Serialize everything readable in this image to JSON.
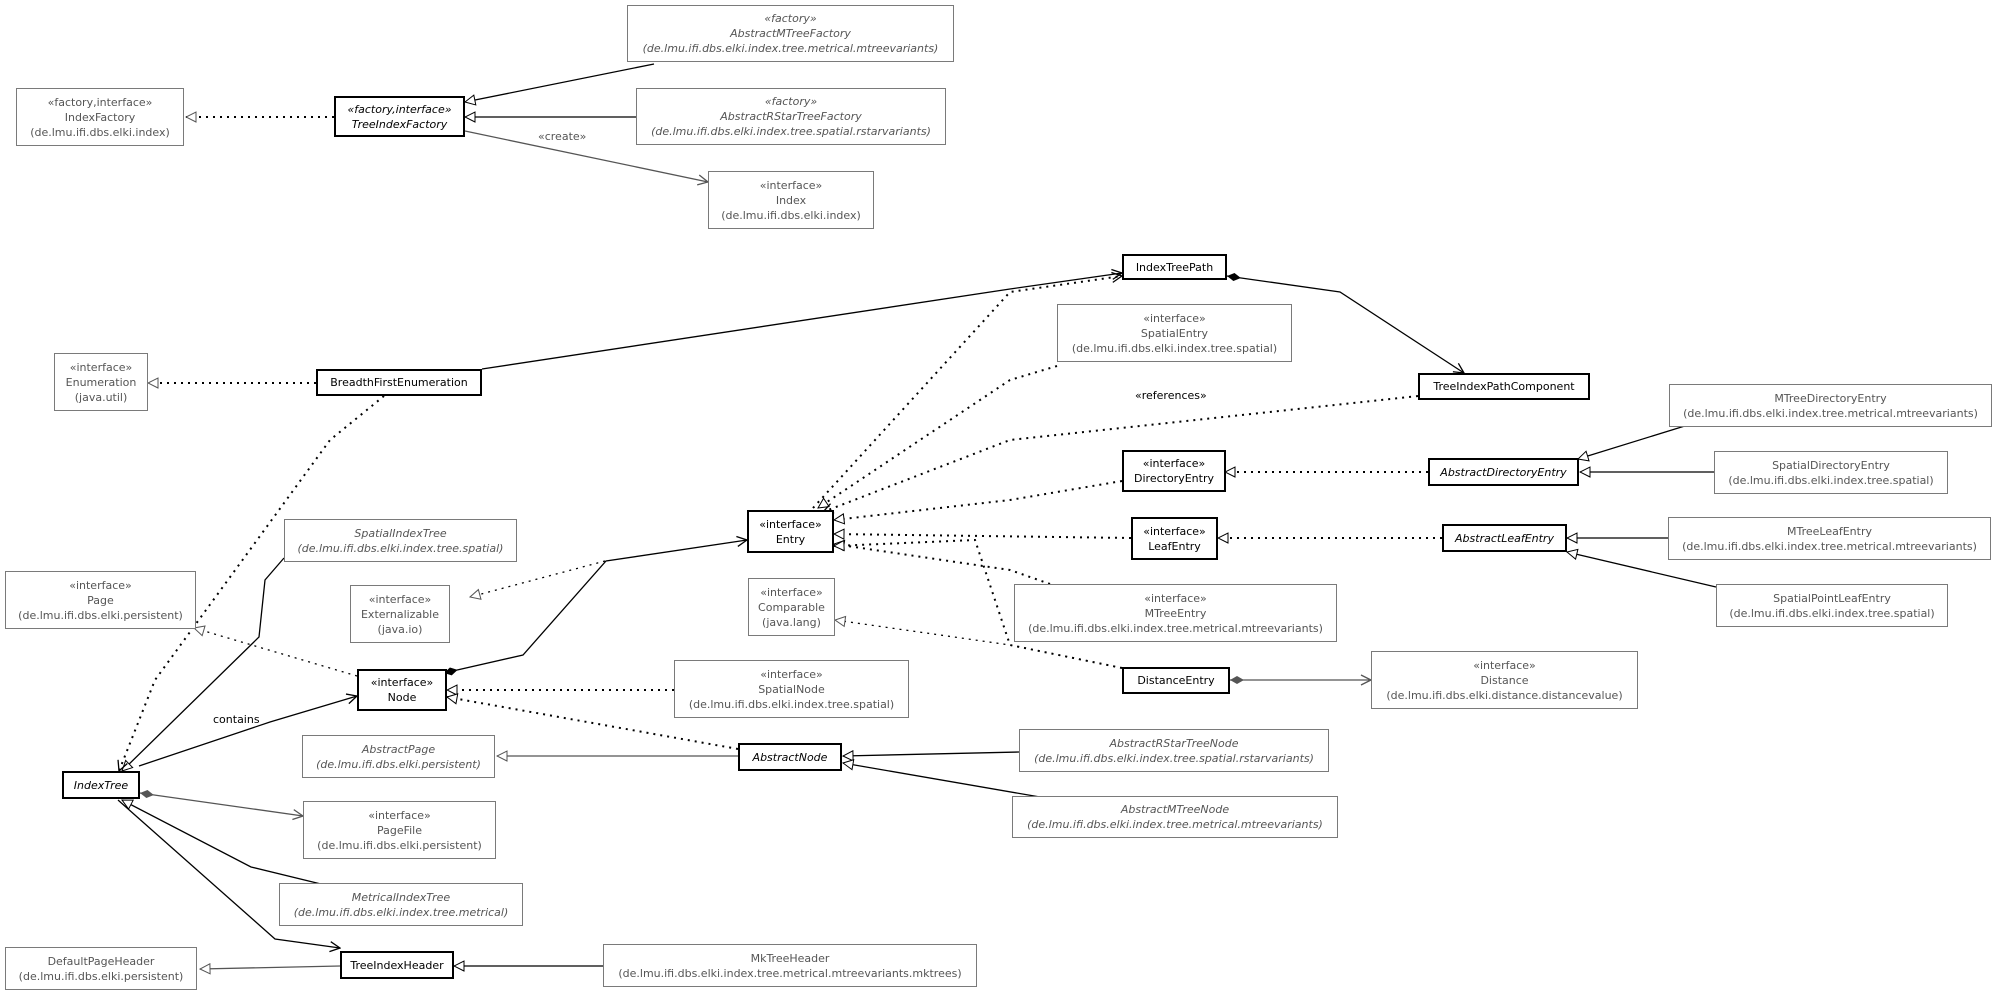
{
  "classes": {
    "abstract_mtree_factory": {
      "stereotype": "«factory»",
      "name": "AbstractMTreeFactory",
      "package": "(de.lmu.ifi.dbs.elki.index.tree.metrical.mtreevariants)"
    },
    "abstract_rstar_tree_factory": {
      "stereotype": "«factory»",
      "name": "AbstractRStarTreeFactory",
      "package": "(de.lmu.ifi.dbs.elki.index.tree.spatial.rstarvariants)"
    },
    "index_factory": {
      "stereotype": "«factory,interface»",
      "name": "IndexFactory",
      "package": "(de.lmu.ifi.dbs.elki.index)"
    },
    "tree_index_factory": {
      "stereotype": "«factory,interface»",
      "name": "TreeIndexFactory"
    },
    "index": {
      "stereotype": "«interface»",
      "name": "Index",
      "package": "(de.lmu.ifi.dbs.elki.index)"
    },
    "index_tree_path": {
      "name": "IndexTreePath"
    },
    "spatial_entry": {
      "stereotype": "«interface»",
      "name": "SpatialEntry",
      "package": "(de.lmu.ifi.dbs.elki.index.tree.spatial)"
    },
    "enumeration": {
      "stereotype": "«interface»",
      "name": "Enumeration",
      "package": "(java.util)"
    },
    "breadth_first_enumeration": {
      "name": "BreadthFirstEnumeration"
    },
    "tree_index_path_component": {
      "name": "TreeIndexPathComponent"
    },
    "mtree_directory_entry": {
      "name": "MTreeDirectoryEntry",
      "package": "(de.lmu.ifi.dbs.elki.index.tree.metrical.mtreevariants)"
    },
    "directory_entry": {
      "stereotype": "«interface»",
      "name": "DirectoryEntry"
    },
    "abstract_directory_entry": {
      "name": "AbstractDirectoryEntry"
    },
    "spatial_directory_entry": {
      "name": "SpatialDirectoryEntry",
      "package": "(de.lmu.ifi.dbs.elki.index.tree.spatial)"
    },
    "spatial_index_tree": {
      "name": "SpatialIndexTree",
      "package": "(de.lmu.ifi.dbs.elki.index.tree.spatial)"
    },
    "entry": {
      "stereotype": "«interface»",
      "name": "Entry"
    },
    "leaf_entry": {
      "stereotype": "«interface»",
      "name": "LeafEntry"
    },
    "abstract_leaf_entry": {
      "name": "AbstractLeafEntry"
    },
    "mtree_leaf_entry": {
      "name": "MTreeLeafEntry",
      "package": "(de.lmu.ifi.dbs.elki.index.tree.metrical.mtreevariants)"
    },
    "page": {
      "stereotype": "«interface»",
      "name": "Page",
      "package": "(de.lmu.ifi.dbs.elki.persistent)"
    },
    "externalizable": {
      "stereotype": "«interface»",
      "name": "Externalizable",
      "package": "(java.io)"
    },
    "comparable": {
      "stereotype": "«interface»",
      "name": "Comparable",
      "package": "(java.lang)"
    },
    "mtree_entry": {
      "stereotype": "«interface»",
      "name": "MTreeEntry",
      "package": "(de.lmu.ifi.dbs.elki.index.tree.metrical.mtreevariants)"
    },
    "spatial_point_leaf_entry": {
      "name": "SpatialPointLeafEntry",
      "package": "(de.lmu.ifi.dbs.elki.index.tree.spatial)"
    },
    "spatial_node": {
      "stereotype": "«interface»",
      "name": "SpatialNode",
      "package": "(de.lmu.ifi.dbs.elki.index.tree.spatial)"
    },
    "node": {
      "stereotype": "«interface»",
      "name": "Node"
    },
    "distance_entry": {
      "name": "DistanceEntry"
    },
    "distance": {
      "stereotype": "«interface»",
      "name": "Distance",
      "package": "(de.lmu.ifi.dbs.elki.distance.distancevalue)"
    },
    "abstract_page": {
      "name": "AbstractPage",
      "package": "(de.lmu.ifi.dbs.elki.persistent)"
    },
    "abstract_node": {
      "name": "AbstractNode"
    },
    "abstract_rstar_tree_node": {
      "name": "AbstractRStarTreeNode",
      "package": "(de.lmu.ifi.dbs.elki.index.tree.spatial.rstarvariants)"
    },
    "index_tree": {
      "name": "IndexTree"
    },
    "abstract_mtree_node": {
      "name": "AbstractMTreeNode",
      "package": "(de.lmu.ifi.dbs.elki.index.tree.metrical.mtreevariants)"
    },
    "page_file": {
      "stereotype": "«interface»",
      "name": "PageFile",
      "package": "(de.lmu.ifi.dbs.elki.persistent)"
    },
    "metrical_index_tree": {
      "name": "MetricalIndexTree",
      "package": "(de.lmu.ifi.dbs.elki.index.tree.metrical)"
    },
    "default_page_header": {
      "name": "DefaultPageHeader",
      "package": "(de.lmu.ifi.dbs.elki.persistent)"
    },
    "tree_index_header": {
      "name": "TreeIndexHeader"
    },
    "mk_tree_header": {
      "name": "MkTreeHeader",
      "package": "(de.lmu.ifi.dbs.elki.index.tree.metrical.mtreevariants.mktrees)"
    }
  },
  "edge_labels": {
    "create": "«create»",
    "references": "«references»",
    "contains": "contains"
  }
}
